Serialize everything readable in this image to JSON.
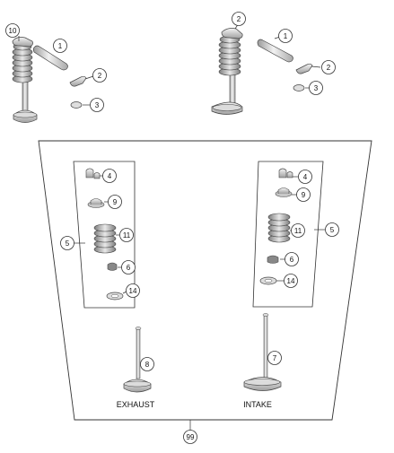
{
  "callouts": {
    "c1a": "1",
    "c2a": "2",
    "c3a": "3",
    "c10": "10",
    "c2b": "2",
    "c1b": "1",
    "c2c": "2",
    "c3b": "3",
    "c4a": "4",
    "c9a": "9",
    "c11a": "11",
    "c5a": "5",
    "c6a": "6",
    "c14a": "14",
    "c8": "8",
    "c4b": "4",
    "c9b": "9",
    "c11b": "11",
    "c5b": "5",
    "c6b": "6",
    "c14b": "14",
    "c7": "7",
    "c99": "99"
  },
  "labels": {
    "exhaust": "EXHAUST",
    "intake": "INTAKE"
  },
  "colors": {
    "line": "#333333",
    "metal_light": "#e6e6e6",
    "metal_mid": "#bdbdbd",
    "metal_dark": "#8a8a8a"
  }
}
